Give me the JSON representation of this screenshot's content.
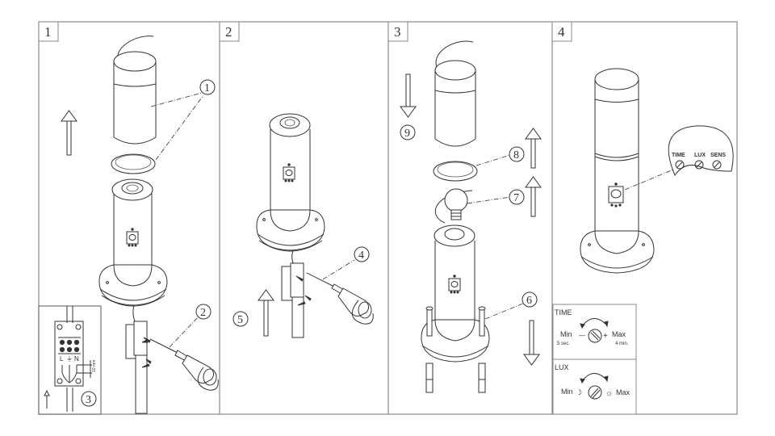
{
  "diagram": {
    "title": "Bollard lamp installation steps",
    "panels": [
      {
        "number": "1"
      },
      {
        "number": "2"
      },
      {
        "number": "3"
      },
      {
        "number": "4"
      }
    ],
    "callouts": {
      "c1": "1",
      "c2": "2",
      "c3": "3",
      "c4": "4",
      "c5": "5",
      "c6": "6",
      "c7": "7",
      "c8": "8",
      "c9": "9"
    },
    "terminal_block": {
      "labels": [
        "L",
        "⏚",
        "N"
      ],
      "strip_length": "10 mm"
    },
    "sensor_dials": [
      "TIME",
      "LUX",
      "SENS"
    ],
    "settings": {
      "time": {
        "title": "TIME",
        "min_label": "Min",
        "min_value": "5 sec.",
        "max_label": "Max",
        "max_value": "4 min.",
        "minus": "—",
        "plus": "+"
      },
      "lux": {
        "title": "LUX",
        "min_label": "Min",
        "max_label": "Max",
        "moon": "☽",
        "sun": "☼"
      }
    }
  }
}
